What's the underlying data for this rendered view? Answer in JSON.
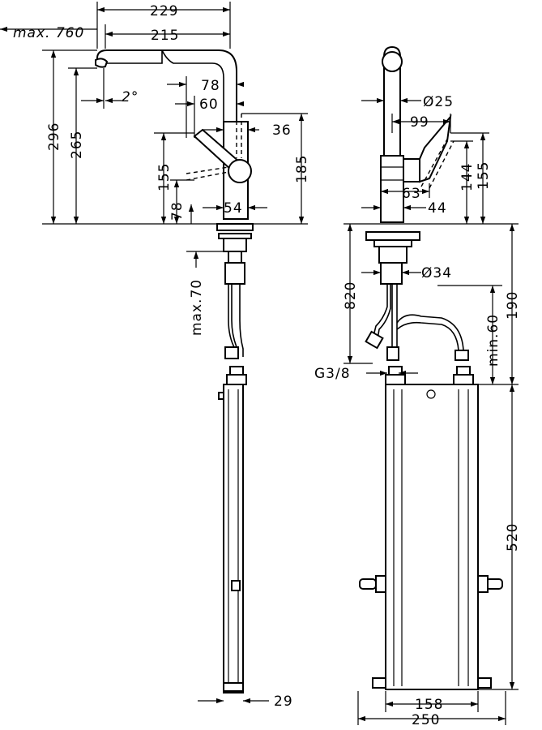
{
  "dimensions": {
    "d229": "229",
    "d215": "215",
    "max760": "max. 760",
    "deg2": "2°",
    "d78a": "78",
    "d60": "60",
    "d296": "296",
    "d265": "265",
    "d36": "36",
    "d185": "185",
    "d155a": "155",
    "d78b": "78",
    "d54": "54",
    "max70": "max.70",
    "d29": "29",
    "d25": "Ø25",
    "d99": "99",
    "d144": "144",
    "d155b": "155",
    "d63": "63",
    "d44": "44",
    "d34": "Ø34",
    "d820": "820",
    "d190": "190",
    "min60": "min.60",
    "g38": "G3/8",
    "d520": "520",
    "d158": "158",
    "d250": "250"
  }
}
